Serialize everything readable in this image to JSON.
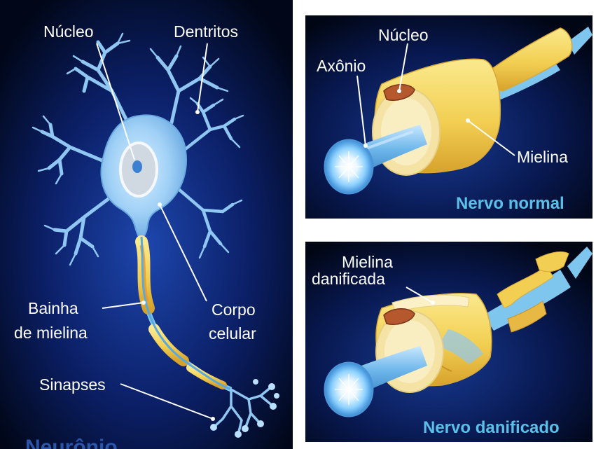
{
  "neuron_panel": {
    "title": "Neurônio",
    "labels": {
      "nucleo": "Núcleo",
      "dentritos": "Dentritos",
      "bainha_line1": "Bainha",
      "bainha_line2": "de mielina",
      "corpo_line1": "Corpo",
      "corpo_line2": "celular",
      "sinapses": "Sinapses"
    }
  },
  "normal_panel": {
    "title": "Nervo normal",
    "labels": {
      "nucleo": "Núcleo",
      "axonio": "Axônio",
      "mielina": "Mielina"
    }
  },
  "damaged_panel": {
    "title": "Nervo danificado",
    "labels": {
      "mielina_line1": "Mielina",
      "mielina_line2": "danificada"
    }
  },
  "colors": {
    "background_dark": "#000a26",
    "background_glow": "#1a3fa0",
    "neuron_body": "#8fc7f2",
    "axon_blue": "#7fc6ef",
    "myelin_yellow": "#f2d15a",
    "myelin_orange": "#e89a2c",
    "nucleus_red": "#b5582e",
    "title_cyan": "#5bbfe8",
    "title_blue": "#2a55a8"
  }
}
